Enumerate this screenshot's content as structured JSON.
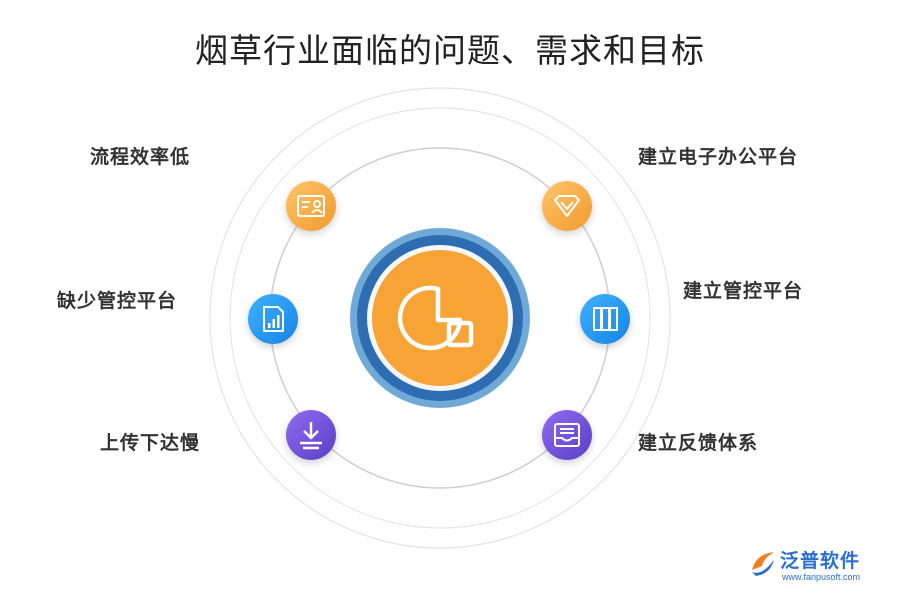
{
  "title": "烟草行业面临的问题、需求和目标",
  "problems": [
    {
      "label": "流程效率低",
      "icon": "id-card-icon",
      "color": "#f5a23a"
    },
    {
      "label": "缺少管控平台",
      "icon": "bar-chart-document-icon",
      "color": "#1e95f0"
    },
    {
      "label": "上传下达慢",
      "icon": "download-icon",
      "color": "#6a4fd6"
    }
  ],
  "goals": [
    {
      "label": "建立电子办公平台",
      "icon": "chevron-down-icon",
      "color": "#f5a23a"
    },
    {
      "label": "建立管控平台",
      "icon": "binders-icon",
      "color": "#1e95f0"
    },
    {
      "label": "建立反馈体系",
      "icon": "inbox-tray-icon",
      "color": "#6a4fd6"
    }
  ],
  "center": {
    "icon": "pie-chart-icon",
    "color": "#f7a335",
    "ring_color": "#2f74b8"
  },
  "logo": {
    "name": "泛普软件",
    "url": "www.fanpusoft.com",
    "color": "#2a6fd0"
  }
}
